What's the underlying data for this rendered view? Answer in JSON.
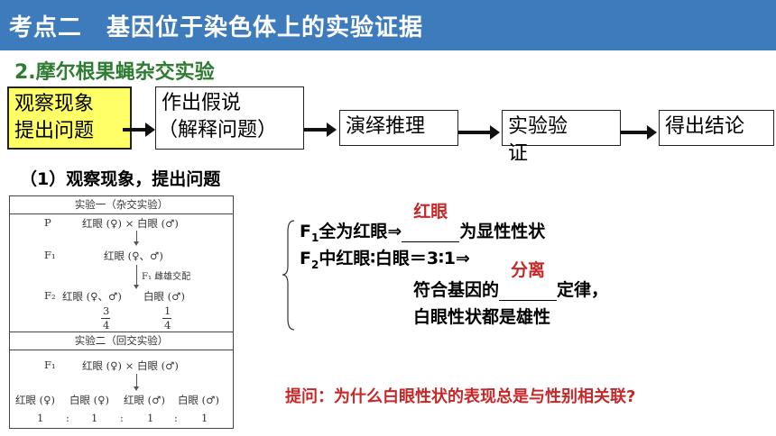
{
  "header": {
    "title": "考点二　基因位于染色体上的实验证据"
  },
  "subtitle": "2.摩尔根果蝇杂交实验",
  "flow": {
    "step1_line1": "观察现象",
    "step1_line2": "提出问题",
    "step2_line1": "作出假说",
    "step2_line2": "（解释问题）",
    "step3": "演绎推理",
    "step4_line1": "实验验",
    "step4_line2": "证",
    "step5": "得出结论"
  },
  "section_title": "（1）观察现象，提出问题",
  "experiment1": {
    "title": "实验一（杂交实验）",
    "p_label": "P",
    "p_cross": "红眼 (♀) × 白眼 (♂)",
    "f1_label": "F₁",
    "f1_text": "红眼 (♀、♂)",
    "f1_mating": "F₁ 雌雄交配",
    "f2_label": "F₂",
    "f2_red": "红眼 (♀、♂)",
    "f2_white": "白眼 (♂)",
    "ratio_red_num": "3",
    "ratio_red_den": "4",
    "ratio_white_num": "1",
    "ratio_white_den": "4"
  },
  "experiment2": {
    "title": "实验二（回交实验）",
    "f1_label": "F₁",
    "cross": "红眼 (♀) × 白眼 (♂)",
    "offspring": [
      "红眼 (♀)",
      "白眼 (♀)",
      "红眼 (♂)",
      "白眼 (♂)"
    ],
    "ratio": [
      "1",
      ":",
      "1",
      ":",
      "1",
      ":",
      "1"
    ]
  },
  "conclusions": {
    "line1_a": "F",
    "line1_sub": "1",
    "line1_b": "全为红眼⇒",
    "line1_answer": "红眼",
    "line1_c": "为显性性状",
    "line2_a": "F",
    "line2_sub": "2",
    "line2_b": "中红眼∶白眼＝3∶1⇒",
    "line3_a": "符合基因的",
    "line3_answer": "分离",
    "line3_b": "定律，",
    "line4": "白眼性状都是雄性"
  },
  "question": "提问：为什么白眼性状的表现总是与性别相关联?",
  "colors": {
    "banner": "#3d7bbd",
    "subtitle": "#2e7d32",
    "highlight": "#ffff66",
    "answer": "#c62828"
  }
}
